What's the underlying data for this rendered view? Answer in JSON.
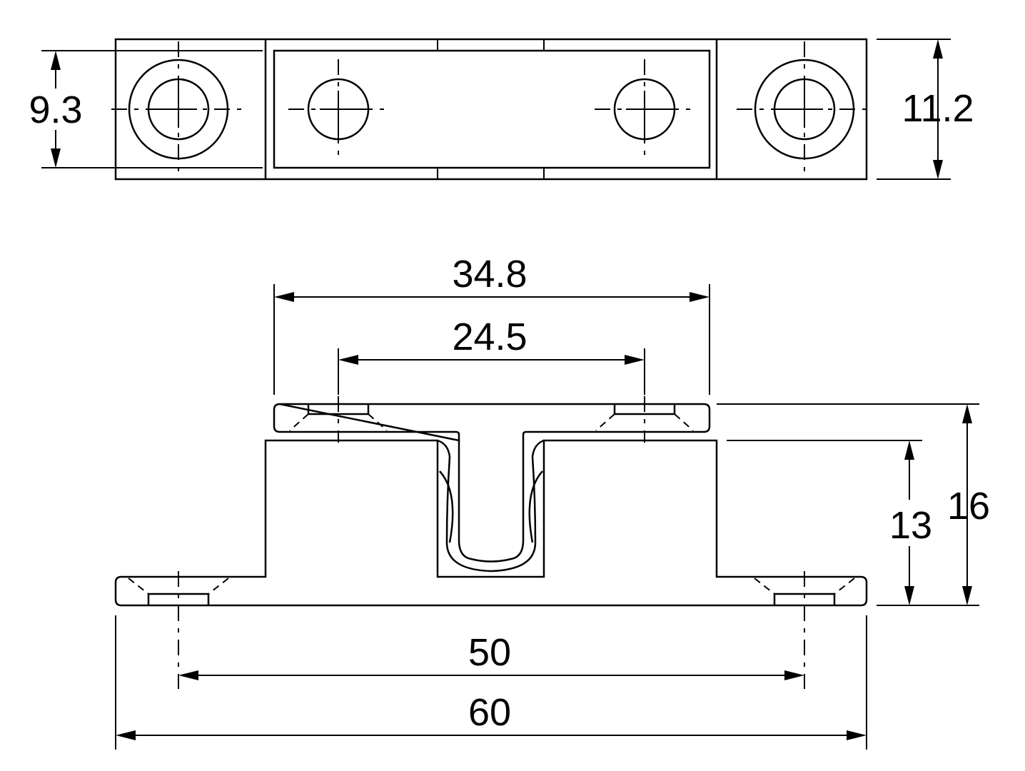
{
  "drawing": {
    "top_view": {
      "dimensions": {
        "height_inner": "9.3",
        "height_outer": "11.2"
      }
    },
    "front_view": {
      "dimensions": {
        "plate_width": "34.8",
        "plate_hole_spacing": "24.5",
        "base_height": "13",
        "total_height": "16",
        "base_hole_spacing": "50",
        "total_length": "60"
      }
    }
  }
}
